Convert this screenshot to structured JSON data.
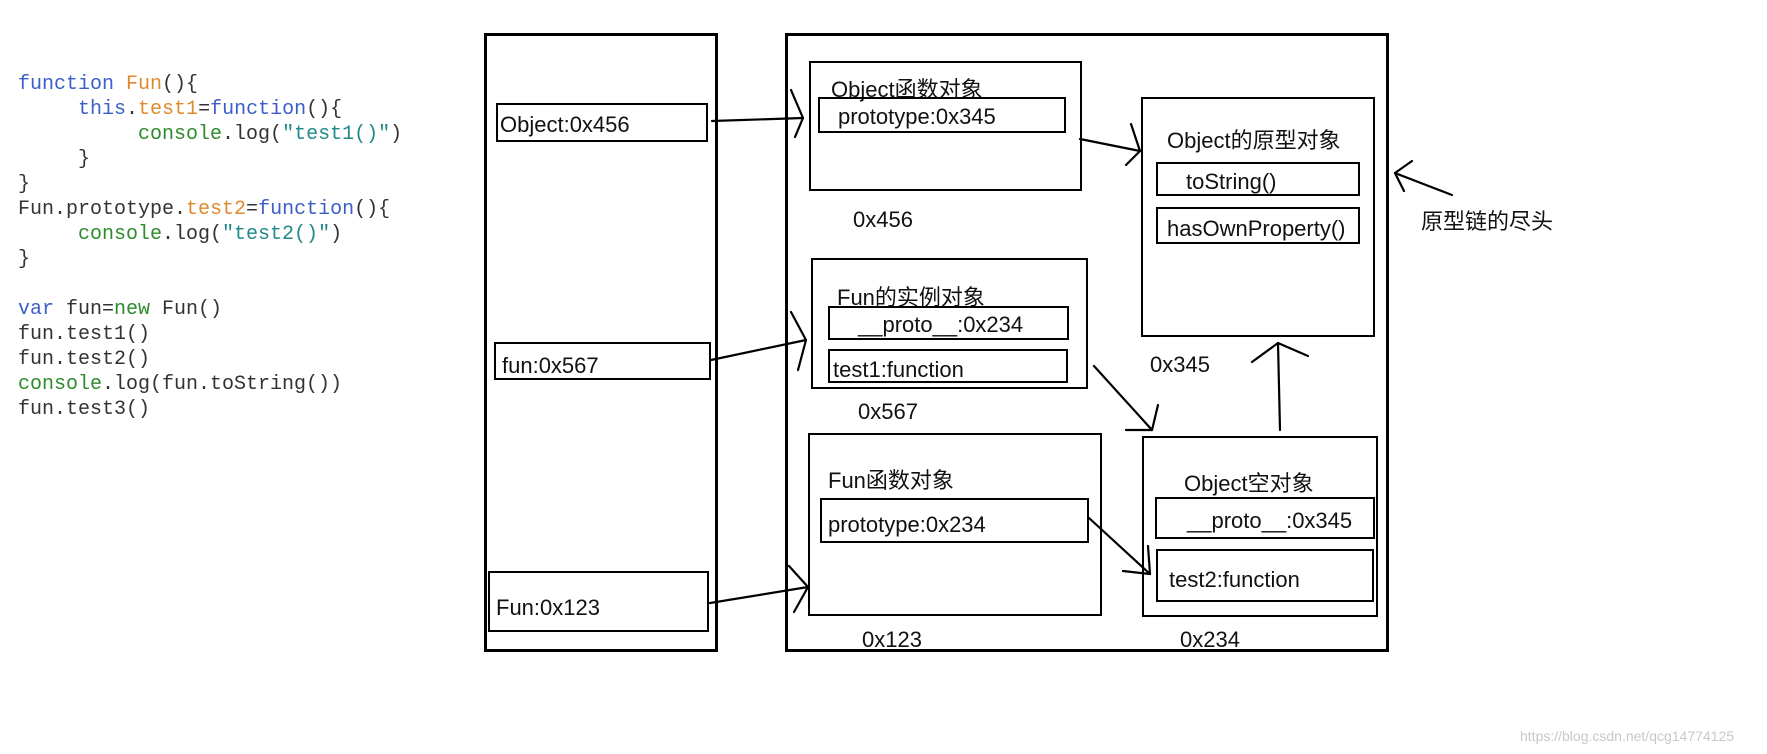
{
  "code": {
    "lines": [
      [
        [
          "kw",
          "function "
        ],
        [
          "fn",
          "Fun"
        ],
        [
          "pl",
          "(){"
        ]
      ],
      [
        [
          "pl",
          "     "
        ],
        [
          "kw",
          "this"
        ],
        [
          "pl",
          "."
        ],
        [
          "fn",
          "test1"
        ],
        [
          "pl",
          "="
        ],
        [
          "kw",
          "function"
        ],
        [
          "pl",
          "(){"
        ]
      ],
      [
        [
          "pl",
          "          "
        ],
        [
          "cn",
          "console"
        ],
        [
          "pl",
          ".log("
        ],
        [
          "str",
          "\"test1()\""
        ],
        [
          "pl",
          ")"
        ]
      ],
      [
        [
          "pl",
          "     }"
        ]
      ],
      [
        [
          "pl",
          "}"
        ]
      ],
      [
        [
          "pl",
          "Fun.prototype."
        ],
        [
          "fn",
          "test2"
        ],
        [
          "pl",
          "="
        ],
        [
          "kw",
          "function"
        ],
        [
          "pl",
          "(){"
        ]
      ],
      [
        [
          "pl",
          "     "
        ],
        [
          "cn",
          "console"
        ],
        [
          "pl",
          ".log("
        ],
        [
          "str",
          "\"test2()\""
        ],
        [
          "pl",
          ")"
        ]
      ],
      [
        [
          "pl",
          "}"
        ]
      ],
      [
        [
          "pl",
          ""
        ]
      ],
      [
        [
          "kw",
          "var "
        ],
        [
          "pl",
          "fun="
        ],
        [
          "cn",
          "new "
        ],
        [
          "pl",
          "Fun()"
        ]
      ],
      [
        [
          "pl",
          "fun.test1()"
        ]
      ],
      [
        [
          "pl",
          "fun.test2()"
        ]
      ],
      [
        [
          "cn",
          "console"
        ],
        [
          "pl",
          ".log(fun.toString())"
        ]
      ],
      [
        [
          "pl",
          "fun.test3()"
        ]
      ]
    ]
  },
  "stack": {
    "object_var": "Object:0x456",
    "fun_var": "fun:0x567",
    "Fun_var": "Fun:0x123"
  },
  "heap": {
    "object_func": {
      "title": "Object函数对象",
      "prop": "prototype:0x345",
      "addr": "0x456"
    },
    "fun_instance": {
      "title": "Fun的实例对象",
      "proto": "__proto__:0x234",
      "method": "test1:function",
      "addr": "0x567"
    },
    "Fun_func": {
      "title": "Fun函数对象",
      "prop": "prototype:0x234",
      "addr": "0x123"
    },
    "object_proto": {
      "title": "Object的原型对象",
      "m1": "toString()",
      "m2": "hasOwnProperty()",
      "addr": "0x345"
    },
    "object_empty": {
      "title": "Object空对象",
      "proto": "__proto__:0x345",
      "method": "test2:function",
      "addr": "0x234"
    }
  },
  "annotation": "原型链的尽头",
  "watermark": "https://blog.csdn.net/qcg14774125"
}
